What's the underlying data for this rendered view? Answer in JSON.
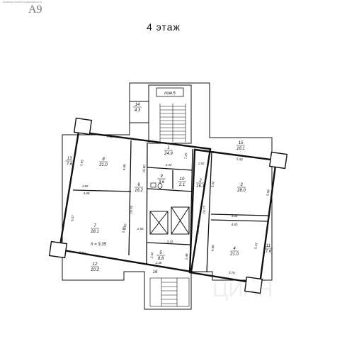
{
  "header": {
    "copyright": "Коммерческая недвижимость",
    "code": "A9",
    "floor_title": "4 этаж"
  },
  "plan": {
    "stair_label": "пом.5",
    "height_note": "h = 3,35",
    "rooms": [
      {
        "id": "r14",
        "num": "14",
        "area": "4.3"
      },
      {
        "id": "r1",
        "num": "1",
        "area": "24.9"
      },
      {
        "id": "r15",
        "num": "15",
        "area": "16.1"
      },
      {
        "id": "r13",
        "num": "13",
        "area": "7.6"
      },
      {
        "id": "r8",
        "num": "8",
        "area": "21.0"
      },
      {
        "id": "r9",
        "num": "9",
        "area": "3.6"
      },
      {
        "id": "r10",
        "num": "10",
        "area": "2.1"
      },
      {
        "id": "r2",
        "num": "2",
        "area": "16.1"
      },
      {
        "id": "r3",
        "num": "3",
        "area": "28.0"
      },
      {
        "id": "r6",
        "num": "6",
        "area": "16.2"
      },
      {
        "id": "r7",
        "num": "7",
        "area": "28.1"
      },
      {
        "id": "r5",
        "num": "5",
        "area": "8.8"
      },
      {
        "id": "r4",
        "num": "4",
        "area": "21.0"
      },
      {
        "id": "r11",
        "num": "11",
        "area": "7.6"
      },
      {
        "id": "r12",
        "num": "12",
        "area": "10.2"
      },
      {
        "id": "r16",
        "num": "16",
        "area": ""
      }
    ],
    "dims": [
      "3.60",
      "5.95",
      "4.68",
      "10.80",
      "3.44",
      "7.25",
      "1.50",
      "5.58",
      "5.92",
      "4.65",
      "4.68",
      "10.76",
      "5.07",
      "5.92",
      "1.50",
      "10.77",
      "5.92",
      "5.98",
      "4.68",
      "4.63",
      "3.42",
      "10.73",
      "2.32",
      "2.48",
      "5.62",
      "2.36",
      "4.68",
      "5.33",
      "3.79"
    ]
  },
  "watermark": "ЦИАН"
}
